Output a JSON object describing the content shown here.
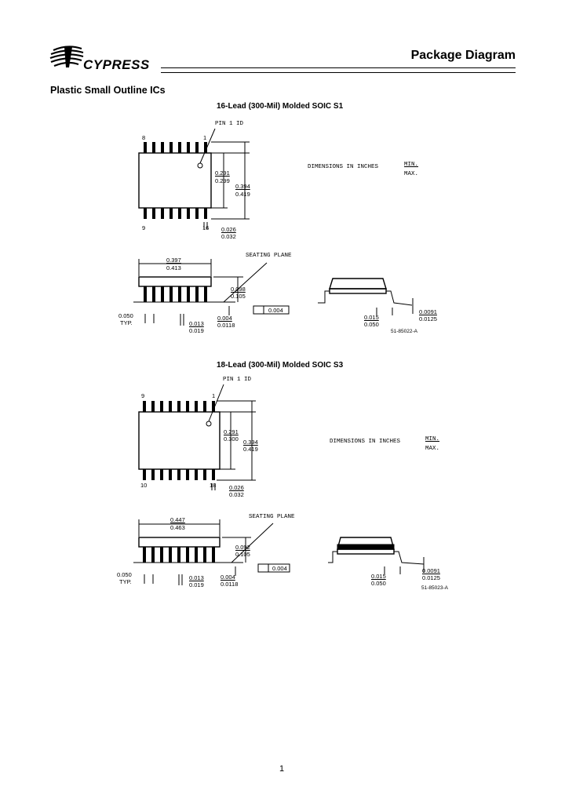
{
  "header": {
    "logo_text": "CYPRESS",
    "title": "Package Diagram"
  },
  "section_title": "Plastic Small Outline ICs",
  "packages": [
    {
      "title": "16-Lead (300-Mil) Molded SOIC S1",
      "top_view": {
        "pin1_label": "PIN 1 ID",
        "pin_top_left": "8",
        "pin_top_right": "1",
        "pin_bottom_left": "9",
        "pin_bottom_right": "16",
        "body_width_min": "0.291",
        "body_width_max": "0.299",
        "overall_width_min": "0.394",
        "overall_width_max": "0.419",
        "lead_width_min": "0.026",
        "lead_width_max": "0.032"
      },
      "dimensions_label": "DIMENSIONS IN INCHES",
      "dim_min": "MIN.",
      "dim_max": "MAX.",
      "side_view": {
        "length_min": "0.397",
        "length_max": "0.413",
        "seating_plane": "SEATING PLANE",
        "height_min": "0.098",
        "height_max": "0.105",
        "coplanarity": "0.004",
        "pitch": "0.050",
        "pitch_typ": "TYP.",
        "lead_thk_min": "0.013",
        "lead_thk_max": "0.019",
        "standoff_min": "0.004",
        "standoff_max": "0.0118"
      },
      "end_view": {
        "foot_min": "0.015",
        "foot_max": "0.050",
        "thk_min": "0.0091",
        "thk_max": "0.0125"
      },
      "drawing_number": "51-85022-A"
    },
    {
      "title": "18-Lead (300-Mil) Molded SOIC S3",
      "top_view": {
        "pin1_label": "PIN 1 ID",
        "pin_top_left": "9",
        "pin_top_right": "1",
        "pin_bottom_left": "10",
        "pin_bottom_right": "18",
        "body_width_min": "0.291",
        "body_width_max": "0.300",
        "overall_width_min": "0.394",
        "overall_width_max": "0.419",
        "lead_width_min": "0.026",
        "lead_width_max": "0.032"
      },
      "dimensions_label": "DIMENSIONS IN INCHES",
      "dim_min": "MIN.",
      "dim_max": "MAX.",
      "side_view": {
        "length_min": "0.447",
        "length_max": "0.463",
        "seating_plane": "SEATING PLANE",
        "height_min": "0.092",
        "height_max": "0.105",
        "coplanarity": "0.004",
        "pitch": "0.050",
        "pitch_typ": "TYP.",
        "lead_thk_min": "0.013",
        "lead_thk_max": "0.019",
        "standoff_min": "0.004",
        "standoff_max": "0.0118"
      },
      "end_view": {
        "foot_min": "0.015",
        "foot_max": "0.050",
        "thk_min": "0.0091",
        "thk_max": "0.0125"
      },
      "drawing_number": "51-85023-A"
    }
  ],
  "page_number": "1"
}
